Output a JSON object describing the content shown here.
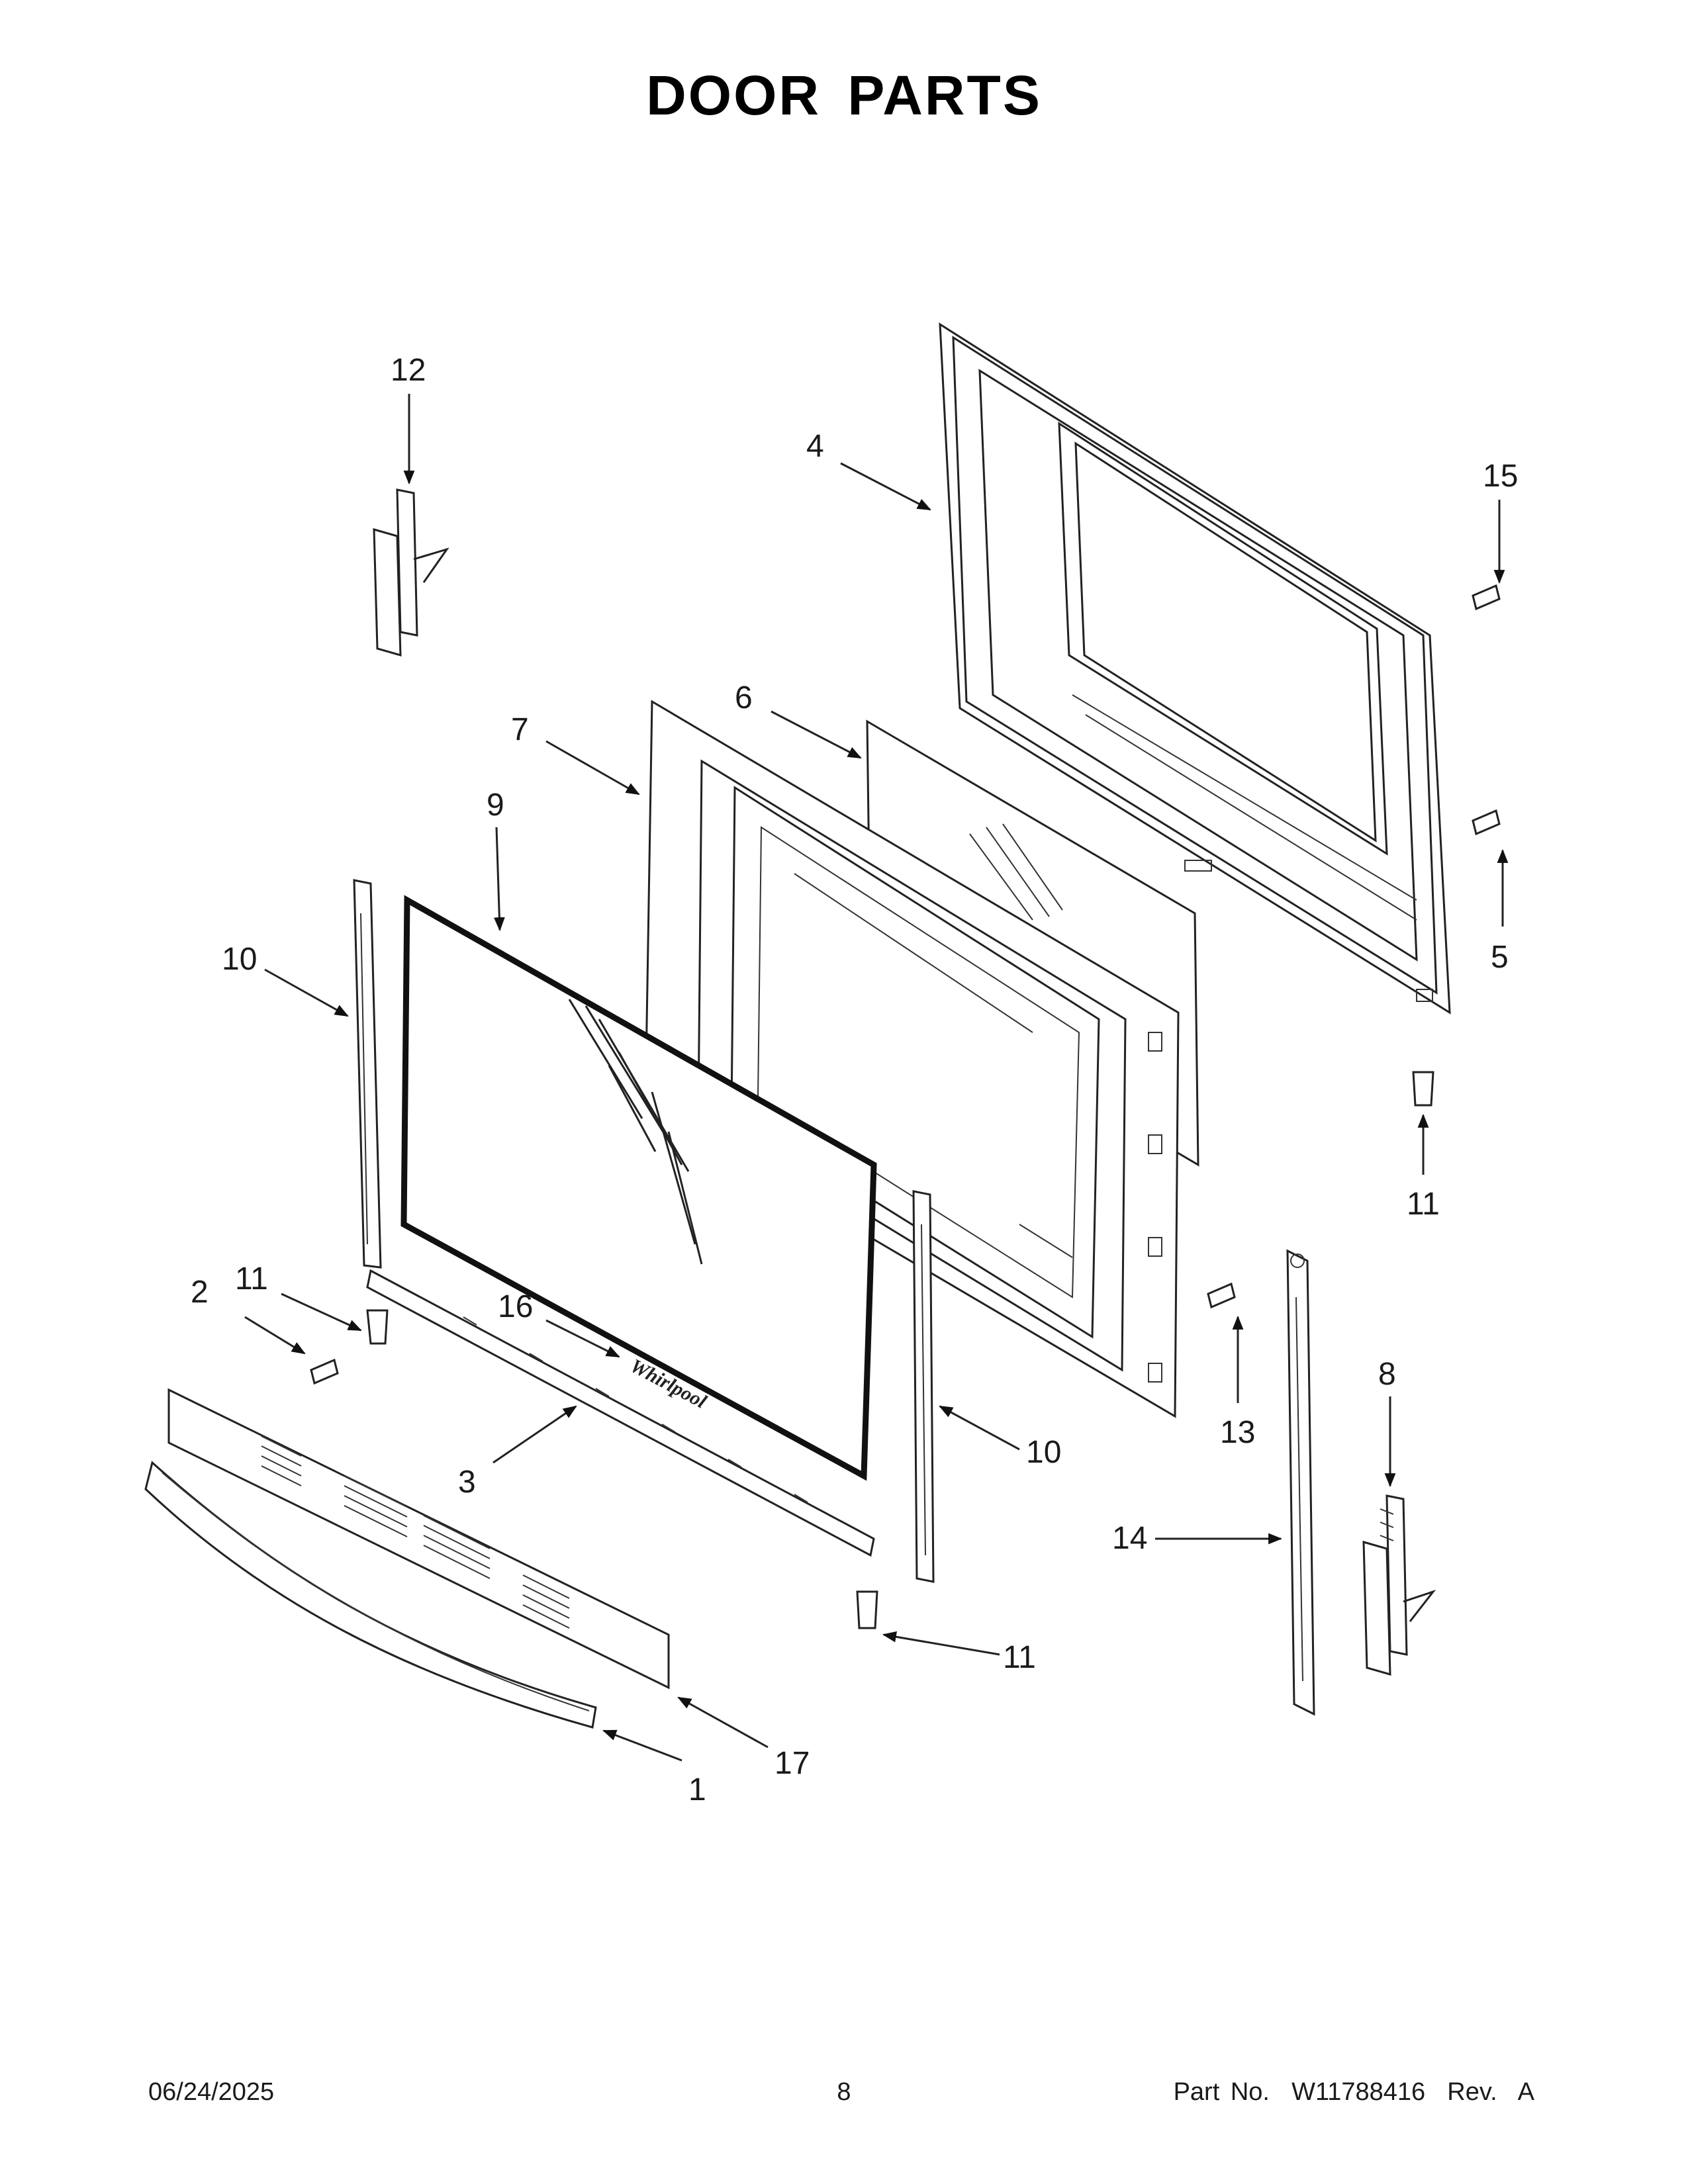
{
  "title": "DOOR PARTS",
  "callouts": {
    "c1": "1",
    "c2": "2",
    "c3": "3",
    "c4": "4",
    "c5": "5",
    "c6": "6",
    "c7": "7",
    "c8": "8",
    "c9": "9",
    "c10a": "10",
    "c10b": "10",
    "c11a": "11",
    "c11b": "11",
    "c11c": "11",
    "c12": "12",
    "c13": "13",
    "c14": "14",
    "c15": "15",
    "c16": "16",
    "c17": "17"
  },
  "footer": {
    "date": "06/24/2025",
    "page": "8",
    "part": "Part No.  W11788416  Rev.  A"
  }
}
